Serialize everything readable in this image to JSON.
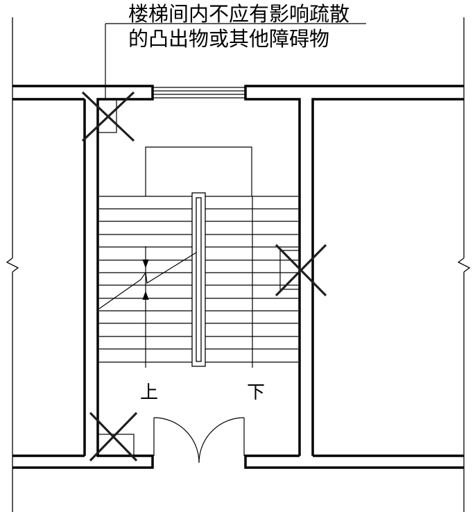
{
  "annotation": {
    "line1": "楼梯间内不应有影响疏散",
    "line2": "的凸出物或其他障碍物"
  },
  "stair_labels": {
    "up": "上",
    "down": "下"
  },
  "colors": {
    "line": "#000000",
    "prohibition_mark": "#1f1f1f",
    "background": "#ffffff"
  },
  "icons": [
    "prohibition-cross-icon",
    "break-line-icon",
    "door-swing-icon"
  ]
}
